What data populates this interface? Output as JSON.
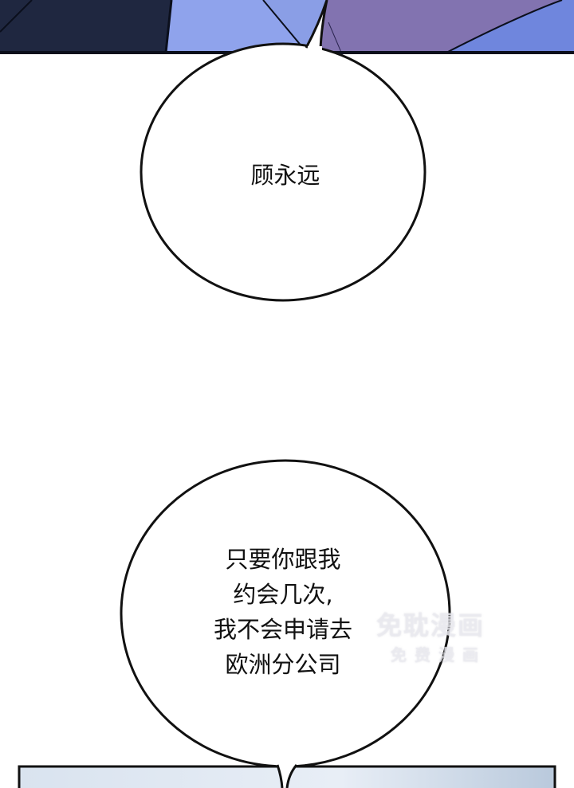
{
  "bubbles": [
    {
      "lines": [
        "顾永远"
      ]
    },
    {
      "lines": [
        "只要你跟我",
        "约会几次,",
        "我不会申请去",
        "欧洲分公司"
      ]
    }
  ],
  "watermark": {
    "line1": "免耽漫画",
    "line2": "免费漫画"
  },
  "colors": {
    "navy": "#1f2740",
    "light_blue": "#8fa3ec",
    "purple": "#8273b0",
    "blue": "#6f86dd",
    "sky": "#dfe7f1"
  }
}
